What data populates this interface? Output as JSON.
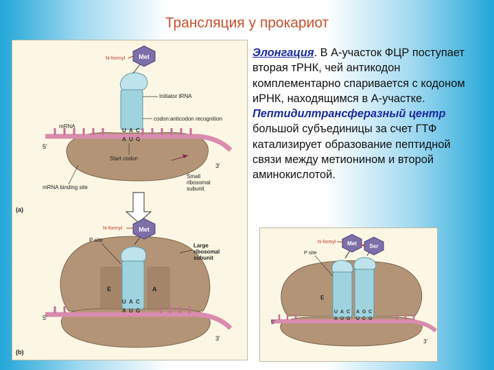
{
  "slide": {
    "title": "Трансляция у прокариот"
  },
  "description": {
    "term1": "Элонгация",
    "text1": ". В А-участок ФЦР поступает вторая тРНК, чей антикодон комплементарно спаривается с кодоном иРНК, находящимся в А-участке.",
    "term2": "Пептидилтрансферазный центр",
    "text2": " большой субъединицы за счет ГТФ катализирует образование пептидной связи между метионином и второй аминокислотой."
  },
  "figure_a": {
    "panel_label": "(a)",
    "formyl": "N-formyl",
    "met": "Met",
    "initiator_trna": "Initiator tRNA",
    "codon_recognition": "codon:anticodon recognition",
    "mrna": "mRNA",
    "five_prime": "5'",
    "three_prime": "3'",
    "anticodon": [
      "U",
      "A",
      "C"
    ],
    "codon": [
      "A",
      "U",
      "G"
    ],
    "start_codon": "Start codon",
    "small_subunit": [
      "Small",
      "ribosomal",
      "subunit"
    ],
    "binding_site": "mRNA binding site"
  },
  "figure_b": {
    "panel_label": "(b)",
    "formyl": "N-formyl",
    "met": "Met",
    "p_site": "P site",
    "large_subunit": [
      "Large",
      "ribosomal",
      "subunit"
    ],
    "e_site": "E",
    "a_site": "A",
    "anticodon": [
      "U",
      "A",
      "C"
    ],
    "codon": [
      "A",
      "U",
      "G"
    ],
    "five_prime": "5'",
    "three_prime": "3'"
  },
  "figure_c": {
    "formyl": "N-formyl",
    "met": "Met",
    "ser": "Ser",
    "p_site": "P site",
    "e_site": "E",
    "anticodon1": [
      "U",
      "A",
      "C"
    ],
    "codon1": [
      "A",
      "U",
      "G"
    ],
    "anticodon2": [
      "A",
      "G",
      "C"
    ],
    "codon2": [
      "U",
      "C",
      "G"
    ],
    "five_prime": "5'",
    "three_prime": "3'"
  },
  "colors": {
    "title": "#c8502c",
    "term": "#1a2a9e",
    "ribosome": "#b39477",
    "trna": "#9fd3de",
    "mrna": "#d98cae",
    "amino_acid": "#7d6fa8",
    "label_red": "#c0392b",
    "arrow": "#8b2252"
  }
}
